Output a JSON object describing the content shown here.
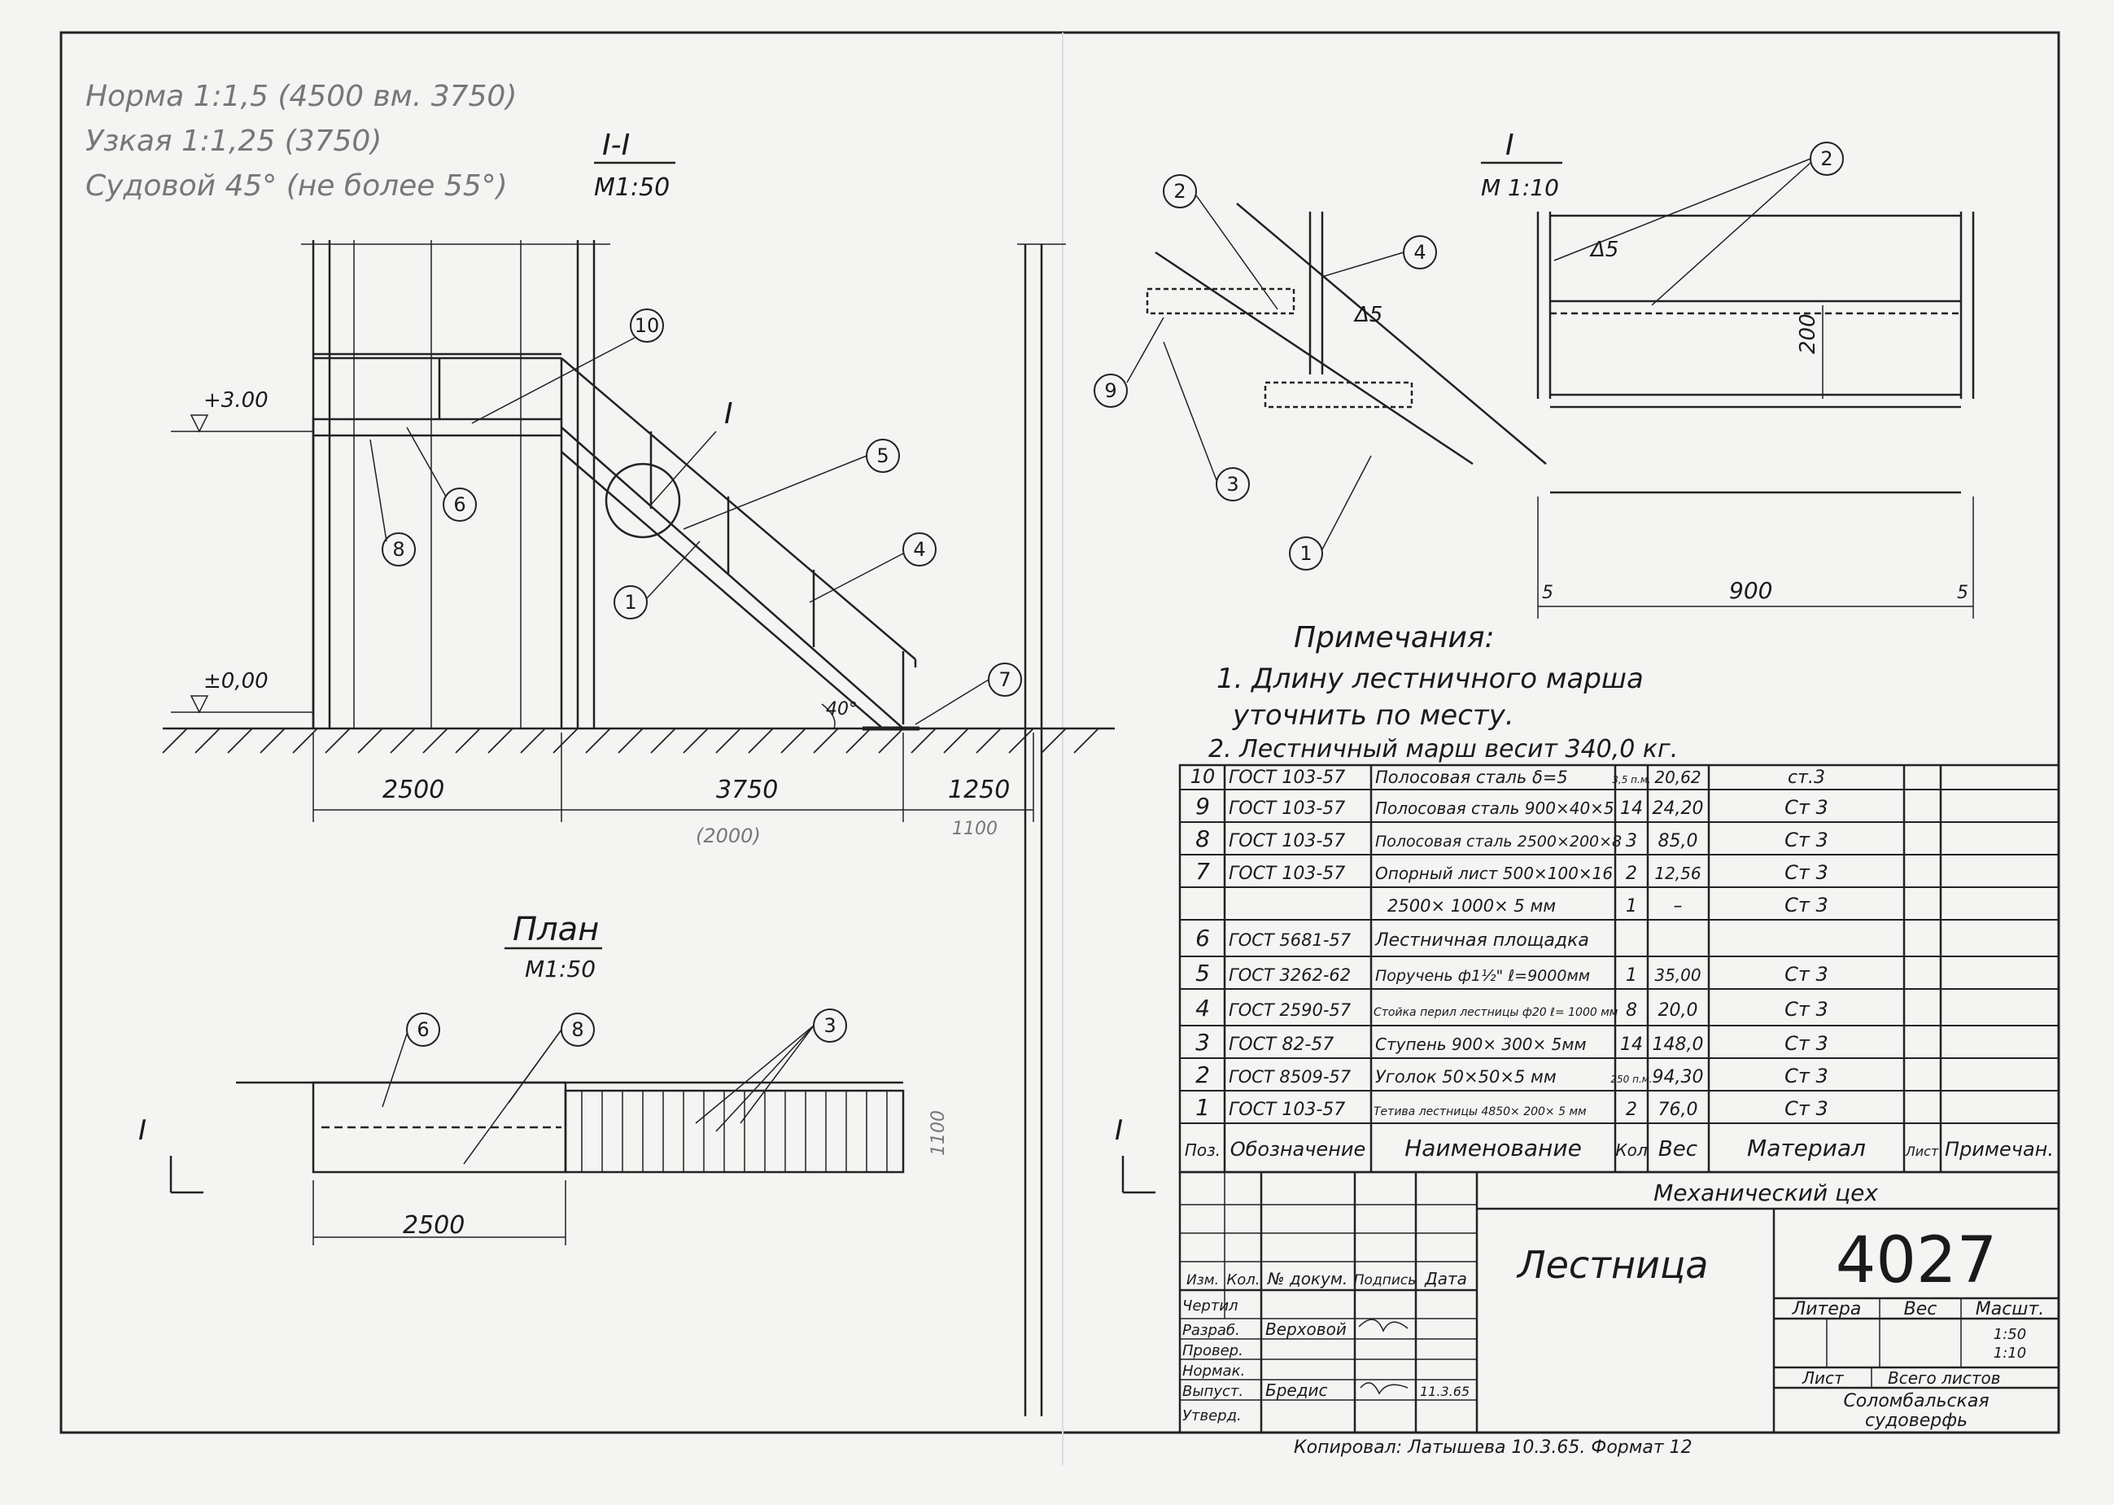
{
  "pencil_notes": [
    "Норма 1:1,5 (4500 вм. 3750)",
    "Узкая 1:1,25 (3750)",
    "Судовой 45° (не более 55°)"
  ],
  "section_view": {
    "title": "I-I",
    "scale": "M1:50",
    "elev_top": "+3.00",
    "elev_zero": "±0,00",
    "angle": "40°",
    "dims": [
      "2500",
      "3750",
      "1250"
    ],
    "pencil_dims": [
      "(2000)",
      "1100"
    ]
  },
  "callouts_section": [
    "10",
    "6",
    "8",
    "1",
    "5",
    "4",
    "7"
  ],
  "detail_label": "I",
  "detail_iso": {
    "callouts": [
      "2",
      "9",
      "4",
      "3",
      "1"
    ],
    "thickness": "Δ5"
  },
  "detail_i": {
    "title": "I",
    "scale": "M 1:10",
    "callouts": [
      "2"
    ],
    "thickness": "Δ5",
    "dims": [
      "200",
      "5",
      "900",
      "5"
    ]
  },
  "plan_view": {
    "title": "План",
    "scale": "M1:50",
    "callouts": [
      "6",
      "8",
      "3"
    ],
    "dim": "2500",
    "cut_mark": "I",
    "pencil_dim": "1100"
  },
  "notes": {
    "title": "Примечания:",
    "lines": [
      "1. Длину лестничного марша",
      "уточнить по месту.",
      "2. Лестничный марш весит 340,0 кг."
    ]
  },
  "spec_table": {
    "headers": [
      "Поз.",
      "Обозначение",
      "Наименование",
      "Кол",
      "Вес",
      "Материал",
      "Лист",
      "Примечан."
    ],
    "rows": [
      [
        "10",
        "ГОСТ 103-57",
        "Полосовая сталь δ=5",
        "3,5 п.м.",
        "20,62",
        "ст.3",
        "",
        ""
      ],
      [
        "9",
        "ГОСТ 103-57",
        "Полосовая сталь 900×40×5",
        "14",
        "24,20",
        "Cт 3",
        "",
        ""
      ],
      [
        "8",
        "ГОСТ 103-57",
        "Полосовая сталь 2500×200×8",
        "3",
        "85,0",
        "Cт 3",
        "",
        ""
      ],
      [
        "7",
        "ГОСТ 103-57",
        "Опорный лист 500×100×16",
        "2",
        "12,56",
        "Cт 3",
        "",
        ""
      ],
      [
        "",
        "",
        "2500× 1000× 5 мм",
        "1",
        "–",
        "Cт 3",
        "",
        ""
      ],
      [
        "6",
        "ГОСТ 5681-57",
        "Лестничная площадка",
        "",
        "",
        "",
        "",
        ""
      ],
      [
        "5",
        "ГОСТ 3262-62",
        "Поручень ф1½\" ℓ=9000мм",
        "1",
        "35,00",
        "Cт 3",
        "",
        ""
      ],
      [
        "4",
        "ГОСТ 2590-57",
        "Стойка перил лестницы ф20 ℓ= 1000 мм",
        "8",
        "20,0",
        "Cт 3",
        "",
        ""
      ],
      [
        "3",
        "ГОСТ 82-57",
        "Ступень 900× 300× 5мм",
        "14",
        "148,0",
        "Cт 3",
        "",
        ""
      ],
      [
        "2",
        "ГОСТ 8509-57",
        "Уголок 50×50×5 мм",
        "250 п.м.",
        "94,30",
        "Cт 3",
        "",
        ""
      ],
      [
        "1",
        "ГОСТ 103-57",
        "Тетива лестницы 4850× 200× 5 мм",
        "2",
        "76,0",
        "Cт 3",
        "",
        ""
      ]
    ]
  },
  "title_block": {
    "department": "Механический цех",
    "drawing_title": "Лестница",
    "drawing_number": "4027",
    "col_headers": [
      "Изм.",
      "Кол.",
      "№ докум.",
      "Подпись",
      "Дата"
    ],
    "roles": [
      "Чертил",
      "Разраб.",
      "Провер.",
      "Нормак.",
      "Выпуст.",
      "Утверд."
    ],
    "names": [
      "",
      "Верховой",
      "",
      "",
      "Бредис",
      ""
    ],
    "dates": [
      "",
      "",
      "",
      "",
      "11.3.65",
      ""
    ],
    "litera_label": "Литера",
    "weight_label": "Вес",
    "scale_label": "Масшт.",
    "scale_values": [
      "1:50",
      "1:10"
    ],
    "sheet_label": "Лист",
    "sheets_total_label": "Всего листов",
    "organization": [
      "Соломбальская",
      "судоверфь"
    ]
  },
  "footer": "Копировал: Латышева 10.3.65. Формат 12"
}
